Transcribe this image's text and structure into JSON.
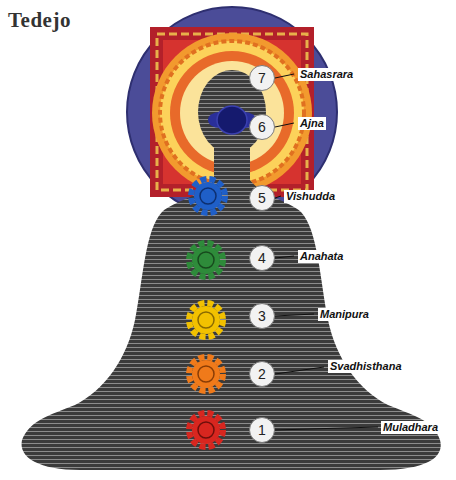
{
  "diagram": {
    "nodes": [
      {
        "text": [
          "7"
        ]
      },
      {
        "text": [
          "6"
        ]
      },
      {
        "text": [
          "5"
        ]
      },
      {
        "text": [
          "4"
        ]
      },
      {
        "text": [
          "3"
        ]
      },
      {
        "text": [
          "2"
        ]
      },
      {
        "text": [
          "1"
        ]
      }
    ],
    "labels": [
      "Tedejo",
      "Sahasrara",
      "Ajna",
      "Vishudda",
      "Anahata",
      "Manipura",
      "Svadhisthana",
      "Muladhara"
    ]
  }
}
